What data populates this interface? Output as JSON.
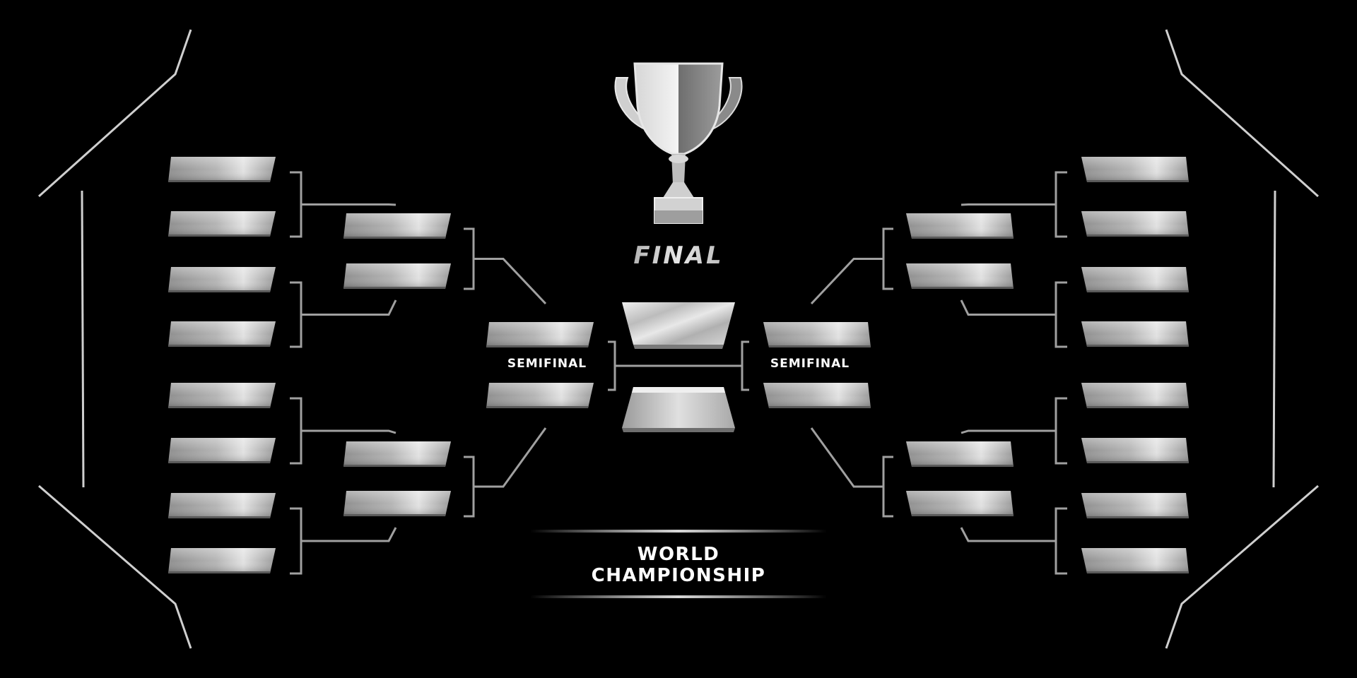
{
  "bracket": {
    "final_label": "FINAL",
    "semifinal_left_label": "SEMIFINAL",
    "semifinal_right_label": "SEMIFINAL",
    "title_line_1": "WORLD",
    "title_line_2": "CHAMPIONSHIP",
    "rounds": {
      "round_of_16_left_slots": 8,
      "round_of_16_right_slots": 8,
      "quarterfinal_left_slots": 4,
      "quarterfinal_right_slots": 4,
      "semifinal_left_slots": 2,
      "semifinal_right_slots": 2,
      "final_slots": 2
    }
  },
  "trophy": {
    "icon": "trophy-icon"
  },
  "colors": {
    "background": "#000000",
    "slot_light": "#d9d9d9",
    "slot_dark": "#8a8a8a",
    "connector": "#a0a0a0",
    "text": "#ffffff"
  }
}
